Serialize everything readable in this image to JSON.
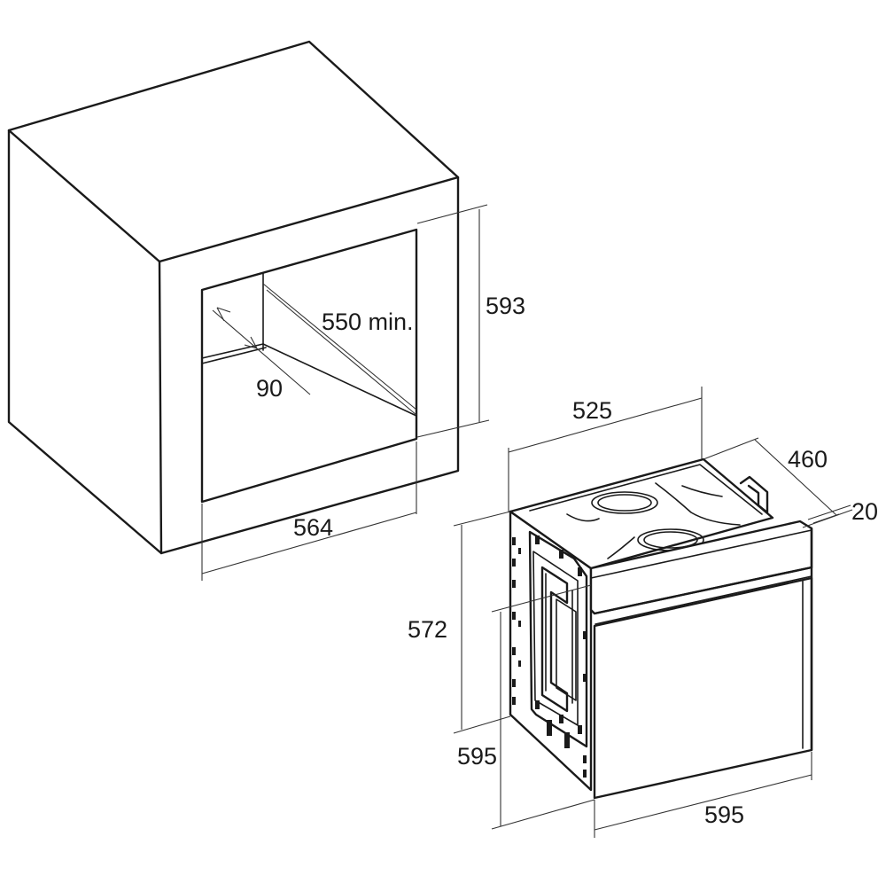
{
  "cabinet": {
    "dim_height": "593",
    "dim_depth_min": "550 min.",
    "dim_vent": "90",
    "dim_width": "564"
  },
  "oven": {
    "dim_depth_body": "525",
    "dim_depth_total": "460",
    "dim_front": "20",
    "dim_body_height": "572",
    "dim_front_height": "595",
    "dim_front_width": "595"
  },
  "colors": {
    "line": "#1a1a1a",
    "background": "#ffffff"
  }
}
